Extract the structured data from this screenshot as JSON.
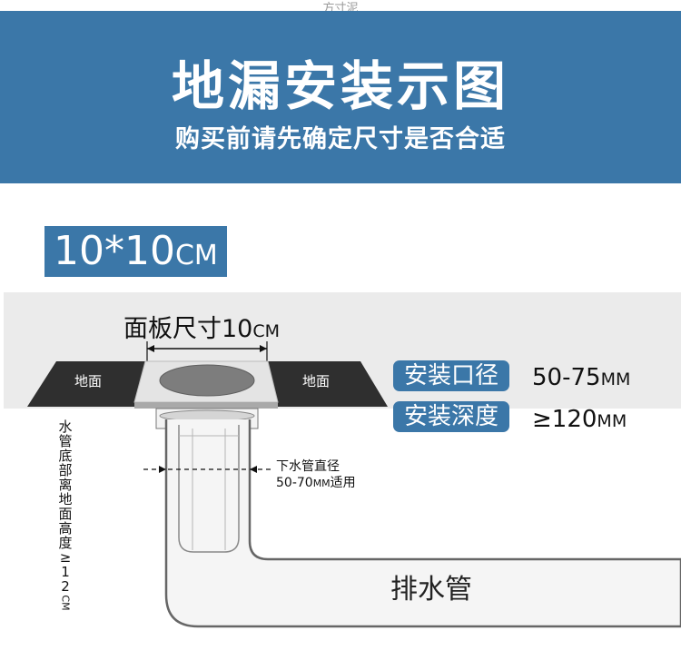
{
  "watermark": "方寸泥",
  "header": {
    "title": "地漏安装示图",
    "subtitle": "购买前请先确定尺寸是否合适"
  },
  "size_badge": {
    "value": "10*10",
    "unit": "CM"
  },
  "panel_size": {
    "label": "面板尺寸10",
    "unit": "CM"
  },
  "floor_label": "地面",
  "specs": [
    {
      "label": "安装口径",
      "value": "50-75",
      "unit": "MM"
    },
    {
      "label": "安装深度",
      "value": "≥120",
      "unit": "MM"
    }
  ],
  "drain_pipe": {
    "line1": "下水管直径",
    "line2_value": "50-70",
    "line2_unit": "MM",
    "line2_suffix": "适用"
  },
  "outlet_label": "排水管",
  "vertical_note": {
    "text_chars": [
      "水",
      "管",
      "底",
      "部",
      "离",
      "地",
      "面",
      "高",
      "度",
      "≥",
      "1",
      "2"
    ],
    "unit": "CM"
  },
  "colors": {
    "header": "#3b77a8",
    "floor": "#2f2f2f",
    "panel": "#e4e4e4",
    "pipe_stroke": "#666666"
  }
}
